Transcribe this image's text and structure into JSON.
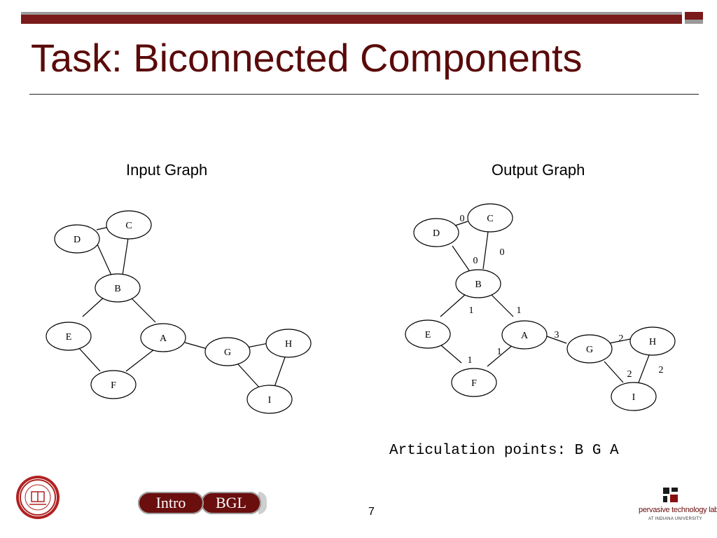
{
  "slide": {
    "title": "Task: Biconnected Components",
    "page_number": "7"
  },
  "input_graph": {
    "caption": "Input Graph",
    "nodes": [
      "C",
      "D",
      "B",
      "E",
      "A",
      "F",
      "G",
      "H",
      "I"
    ],
    "edges": [
      [
        "D",
        "B"
      ],
      [
        "C",
        "B"
      ],
      [
        "D",
        "C"
      ],
      [
        "B",
        "E"
      ],
      [
        "B",
        "A"
      ],
      [
        "E",
        "F"
      ],
      [
        "A",
        "F"
      ],
      [
        "A",
        "G"
      ],
      [
        "G",
        "H"
      ],
      [
        "G",
        "I"
      ],
      [
        "H",
        "I"
      ]
    ]
  },
  "output_graph": {
    "caption": "Output Graph",
    "nodes": [
      "C",
      "D",
      "B",
      "E",
      "A",
      "F",
      "G",
      "H",
      "I"
    ],
    "edge_labels": [
      {
        "edge": [
          "D",
          "C"
        ],
        "label": "0"
      },
      {
        "edge": [
          "D",
          "B"
        ],
        "label": "0"
      },
      {
        "edge": [
          "C",
          "B"
        ],
        "label": "0"
      },
      {
        "edge": [
          "B",
          "E"
        ],
        "label": "1"
      },
      {
        "edge": [
          "B",
          "A"
        ],
        "label": "1"
      },
      {
        "edge": [
          "E",
          "F"
        ],
        "label": "1"
      },
      {
        "edge": [
          "A",
          "F"
        ],
        "label": "1"
      },
      {
        "edge": [
          "A",
          "G"
        ],
        "label": "3"
      },
      {
        "edge": [
          "G",
          "H"
        ],
        "label": "2"
      },
      {
        "edge": [
          "G",
          "I"
        ],
        "label": "2"
      },
      {
        "edge": [
          "H",
          "I"
        ],
        "label": "2"
      }
    ]
  },
  "articulation": "Articulation points: B G A",
  "nav": {
    "intro": "Intro",
    "bgl": "BGL"
  },
  "colors": {
    "accent": "#7a1a1a",
    "title": "#5a0a0a",
    "bar_gray": "#9a9a9a"
  },
  "logos": {
    "seal": "indiana-university-seal-icon",
    "lab": "pervasive technology labs",
    "lab_sub": "AT INDIANA UNIVERSITY"
  }
}
